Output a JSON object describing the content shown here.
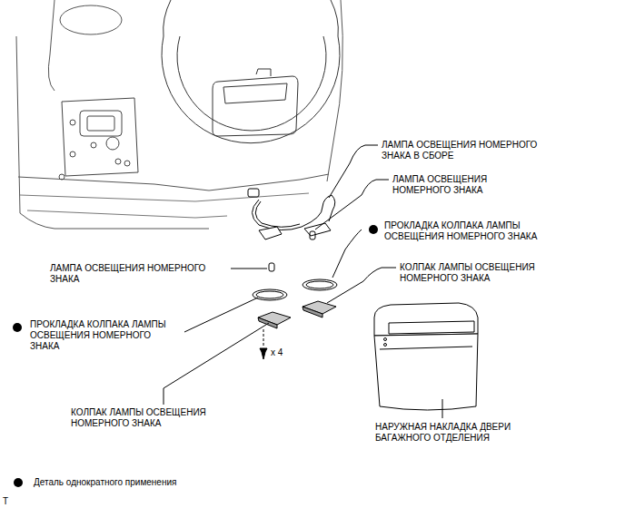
{
  "diagram": {
    "labels": [
      "ЛАМПА ОСВЕЩЕНИЯ НОМЕРНОГО ЗНАКА В СБОРЕ",
      "ЛАМПА ОСВЕЩЕНИЯ НОМЕРНОГО ЗНАКА",
      "ПРОКЛАДКА КОЛПАКА ЛАМПЫ ОСВЕЩЕНИЯ НОМЕРНОГО ЗНАКА",
      "ЛАМПА ОСВЕЩЕНИЯ НОМЕРНОГО ЗНАКА",
      "КОЛПАК ЛАМПЫ ОСВЕЩЕНИЯ НОМЕРНОГО ЗНАКА",
      "ПРОКЛАДКА КОЛПАКА ЛАМПЫ ОСВЕЩЕНИЯ НОМЕРНОГО ЗНАКА",
      "x 4",
      "КОЛПАК ЛАМПЫ ОСВЕЩЕНИЯ НОМЕРНОГО ЗНАКА",
      "НАРУЖНАЯ НАКЛАДКА ДВЕРИ БАГАЖНОГО ОТДЕЛЕНИЯ",
      "T"
    ],
    "legend": [
      {
        "text": "Деталь однократного применения"
      }
    ]
  }
}
